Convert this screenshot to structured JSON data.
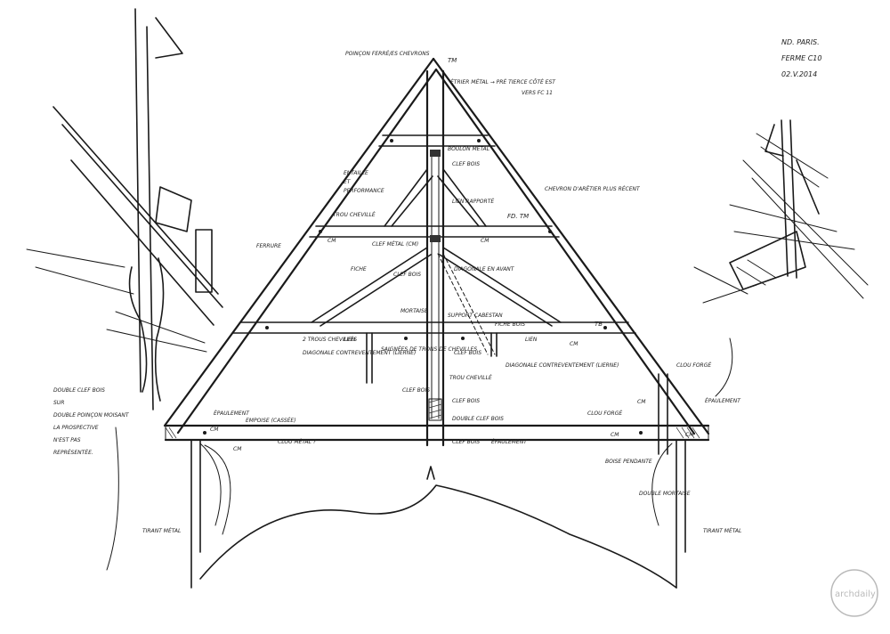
{
  "header": {
    "project": "ND. PARIS.",
    "ref": "FERME C10",
    "date": "02.V.2014"
  },
  "annotations": {
    "poincon_ferre": "POINÇON FERRÉ/ES CHEVRONS",
    "tm_top": "TM",
    "etrier": "ÉTRIER MÉTAL → PRÉ TIERCE CÔTÉ EST",
    "vers": "VERS FC 11",
    "boulon_metal": "BOULON MÉTAL",
    "clef_bois_1": "CLEF BOIS",
    "entaille": "ENTAILLE",
    "et": "ET",
    "performance": "PERFORMANCE",
    "chevron": "CHEVRON D'ARÊTIER PLUS RÉCENT",
    "lien_rapporte": "LIEN RAPPORTÉ",
    "fd_tm": "FD. TM",
    "trou_cheville": "TROU CHEVILLÉ",
    "cm_1": "CM",
    "cm_2": "CM",
    "cm_3": "CM",
    "cm_4": "CM",
    "cm_5": "CM",
    "ferrure": "FERRURE",
    "clef_metal": "CLEF MÉTAL (CM)",
    "fiche": "FICHE",
    "clef_bois_2": "CLEF BOIS",
    "diagonale_avant": "DIAGONALE EN AVANT",
    "mortaise": "MORTAISE",
    "support_cabestan": "SUPPORT CABESTAN",
    "fiche_bois": "FICHE BOIS",
    "tb": "TB",
    "trous_chevilles": "2 TROUS CHEVILLÉS",
    "lien_1": "LIEN",
    "lien_2": "LIEN",
    "diagonale_left": "DIAGONALE CONTREVENTEMENT (LIERNE)",
    "saignees": "SAIGNÉES DE TRONS DE CHEVILLES",
    "clef_bois_3": "CLEF BOIS",
    "diagonale_right": "DIAGONALE CONTREVENTEMENT (LIERNE)",
    "trou_cheville_2": "TROU CHEVILLÉ",
    "clef_bois_4": "CLEF BOIS",
    "clef_bois_5": "CLEF BOIS",
    "double_clef_right": "DOUBLE CLEF BOIS",
    "cm_6": "CM",
    "cm_7": "CM",
    "cm_8": "CM",
    "clou_forge": "CLOU FORGÉ",
    "clou_forge_2": "CLOU FORGÉ",
    "epaulement_left": "ÉPAULEMENT",
    "empoise": "EMPOISE (CASSÉE)",
    "clou_metal": "CLOU MÉTAL ?",
    "epaulement_mid": "ÉPAULEMENT",
    "clef_bois_6": "CLEF BOIS",
    "epaulement_right": "ÉPAULEMENT",
    "boise": "BOISE PENDANTE",
    "double_mortaise": "DOUBLE MORTAISE",
    "tirant_left": "TIRANT MÉTAL",
    "tirant_right": "TIRANT MÉTAL",
    "left_note": "DOUBLE CLEF BOIS / SUR / DOUBLE POINÇON MOISANT / LA PROSPECTIVE / N'EST PAS / REPRÉSENTÉE.",
    "watermark": "archdaily"
  },
  "left_note_lines": [
    "DOUBLE CLEF BOIS",
    "SUR",
    "DOUBLE POINÇON MOISANT",
    "LA PROSPECTIVE",
    "N'EST PAS",
    "REPRÉSENTÉE."
  ]
}
